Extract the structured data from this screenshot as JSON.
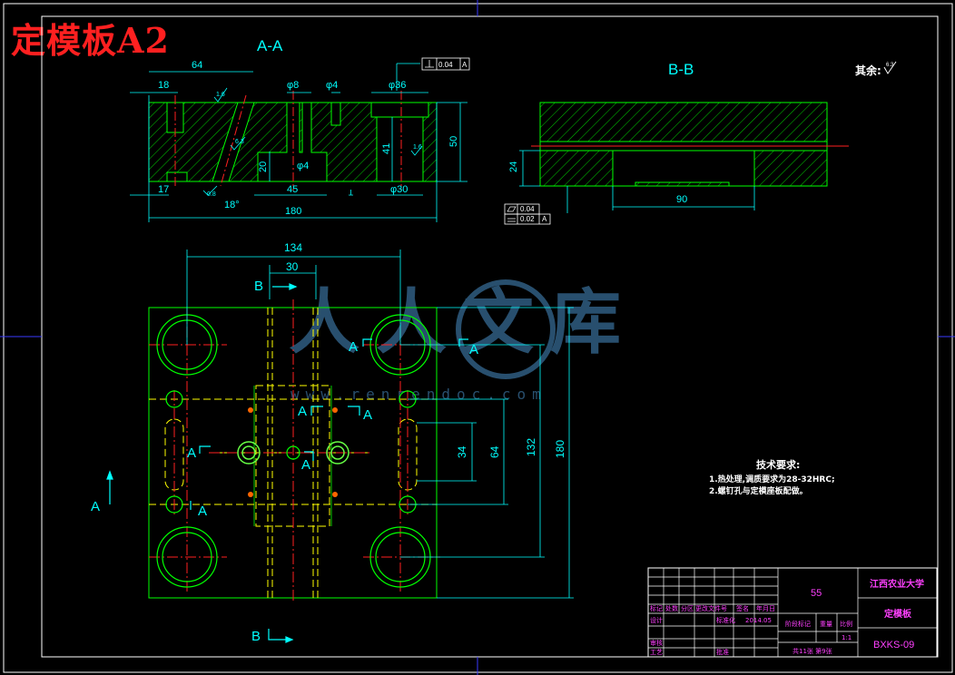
{
  "title": "定模板A2",
  "views": {
    "aa": "A-A",
    "bb": "B-B"
  },
  "surface_note": "其余:",
  "roughness": {
    "r1": "1.6",
    "r2": "0.8",
    "r3": "6.3",
    "r4": "1.6",
    "r5": "6.3"
  },
  "tolerance": {
    "perp_value": "0.04",
    "perp_ref": "A",
    "flat_value": "0.04",
    "par_value": "0.02",
    "par_ref": "A"
  },
  "dims": {
    "d64": "64",
    "d18": "18",
    "phi8": "φ8",
    "phi4a": "φ4",
    "phi36": "φ36",
    "d20": "20",
    "phi4b": "φ4",
    "d41": "41",
    "d50": "50",
    "d17": "17",
    "d45": "45",
    "phi30": "φ30",
    "deg18": "18°",
    "d180": "180",
    "d24": "24",
    "d90": "90",
    "d134": "134",
    "d30": "30",
    "d34": "34",
    "d64v": "64",
    "d132": "132",
    "d180v": "180"
  },
  "section_marks": {
    "a": "A",
    "b": "B"
  },
  "notes": {
    "heading": "技术要求:",
    "line1": "1.热处理,调质要求为28-32HRC;",
    "line2": "2.螺钉孔与定模座板配做。"
  },
  "watermark": {
    "text": "人人文库",
    "url": "www.renrendoc.com"
  },
  "title_block": {
    "number": "55",
    "university": "江西农业大学",
    "part_name": "定模板",
    "drawing_no": "BXKS-09",
    "scale": "1:1",
    "sheets": "共11张 第9张",
    "date": "2014.05",
    "labels": {
      "mark": "标记",
      "count": "处数",
      "zone": "分区",
      "change_doc": "更改文件号",
      "sign": "签名",
      "ymd": "年月日",
      "design": "设计",
      "standard": "标准化",
      "stage": "阶段标记",
      "weight": "重量",
      "ratio": "比例",
      "check": "审核",
      "process": "工艺",
      "approve": "批准"
    }
  },
  "colors": {
    "background": "#000000",
    "frame": "#ffffff",
    "outline": "#00ff00",
    "dimension": "#00ffff",
    "centerline": "#ff2020",
    "hidden": "#ffff00",
    "title": "#ff2020",
    "magenta": "#ff40ff",
    "watermark": "#4a90c8"
  }
}
